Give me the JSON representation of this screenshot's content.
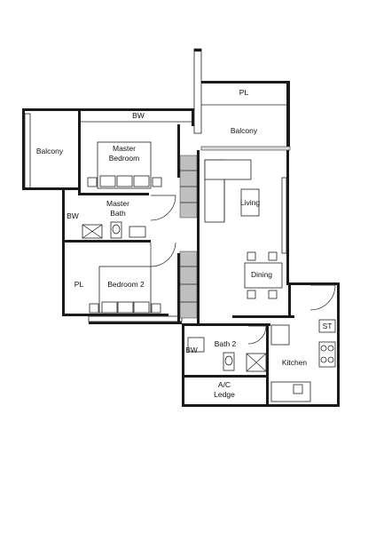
{
  "floor_plan": {
    "rooms": {
      "balcony_left": "Balcony",
      "bw_top": "BW",
      "master_bedroom": [
        "Master",
        "Bedroom"
      ],
      "master_bath": [
        "Master",
        "Bath"
      ],
      "bw_left": "BW",
      "pl_left": "PL",
      "bedroom_2": "Bedroom 2",
      "pl_top": "PL",
      "balcony_right": "Balcony",
      "living": "Living",
      "dining": "Dining",
      "bath_2": "Bath 2",
      "bw_bath2": "BW",
      "kitchen": "Kitchen",
      "st": "ST",
      "ac_ledge": [
        "A/C",
        "Ledge"
      ]
    }
  }
}
